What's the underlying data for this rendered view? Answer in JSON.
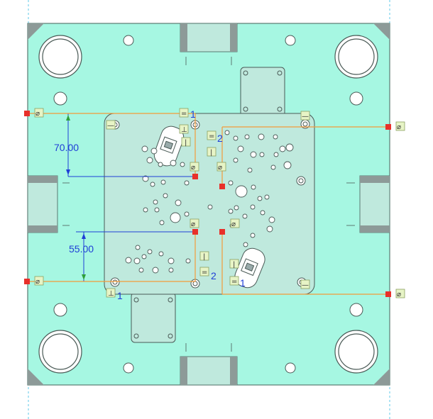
{
  "dimensions": [
    {
      "id": "dim-vertical-top",
      "value": "70.00"
    },
    {
      "id": "dim-vertical-bottom",
      "value": "55.00"
    }
  ],
  "constraint_numbers": {
    "top_left": "1",
    "top_mid": "2",
    "bottom_left": "1",
    "bottom_mid": "2",
    "bottom_right": "1"
  },
  "constraint_glyphs": {
    "equal": "=",
    "perpendicular": "⊥",
    "horizontal": "—",
    "vertical": "|",
    "fix": "⌀"
  },
  "colors": {
    "plate": "#a6f7e2",
    "plate_edge": "#5a7a72",
    "inner_plate": "#bfe9dd",
    "dimension": "#1f3fd6",
    "sketch_line": "#f39a3a",
    "guide": "#5fc8e8",
    "endpoint": "#e8302a",
    "constraint_bg": "#e7f4c6",
    "gray_block": "#8d9a98"
  }
}
